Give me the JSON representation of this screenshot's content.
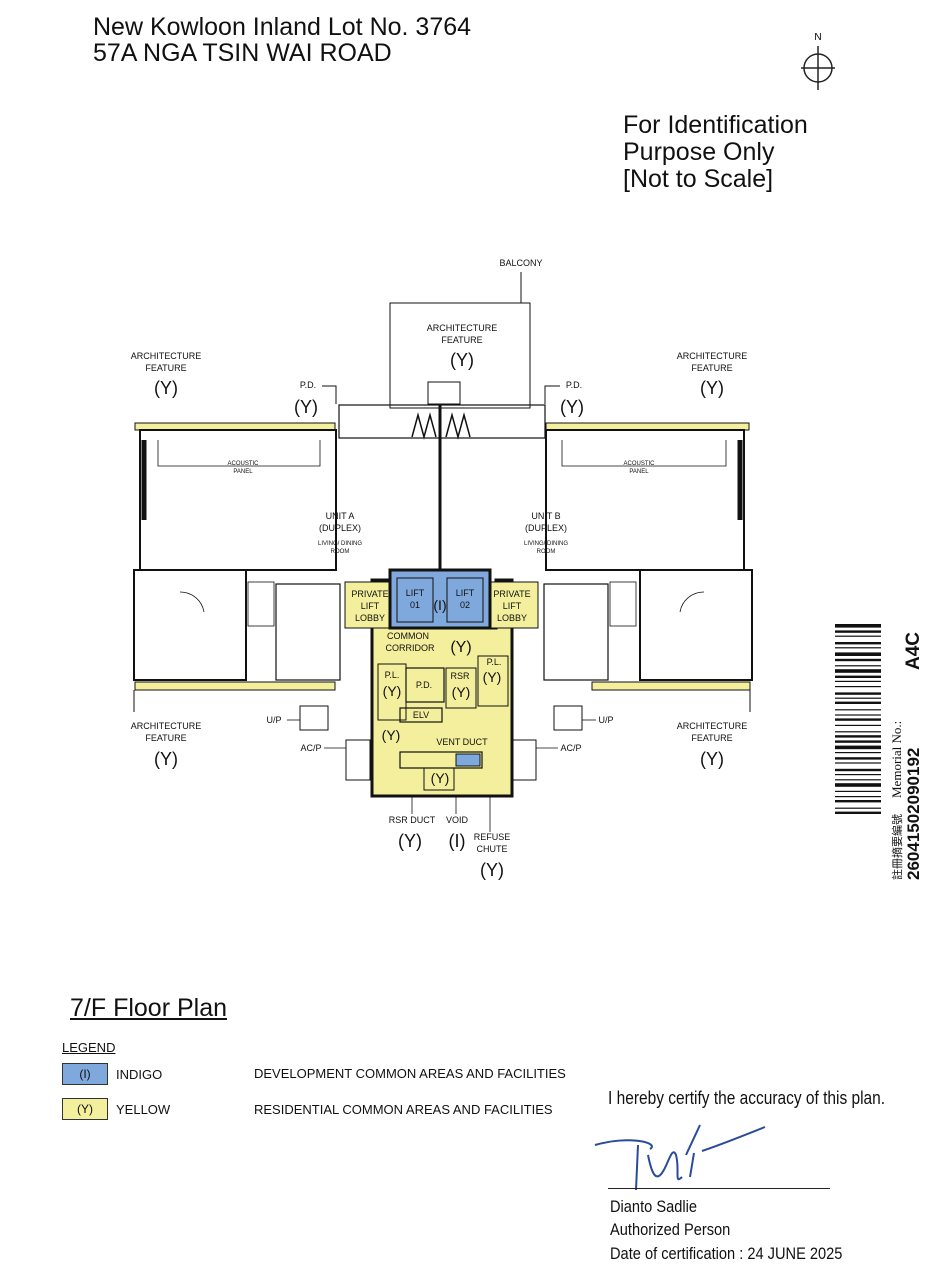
{
  "header": {
    "line1": "New Kowloon Inland Lot No. 3764",
    "line2": "57A NGA TSIN WAI ROAD"
  },
  "north": {
    "label": "N"
  },
  "identification": {
    "line1": "For Identification",
    "line2": "Purpose Only",
    "line3": "[Not to Scale]"
  },
  "plan_labels": {
    "balcony": "BALCONY",
    "arch_feature_l1": "ARCHITECTURE",
    "arch_feature_l2": "FEATURE",
    "y_mark": "(Y)",
    "i_mark": "(I)",
    "pd": "P.D.",
    "acoustic_l1": "ACOUSTIC",
    "acoustic_l2": "PANEL",
    "unit_a_l1": "UNIT A",
    "unit_a_l2": "(DUPLEX)",
    "unit_b_l1": "UNIT B",
    "unit_b_l2": "(DUPLEX)",
    "living_l1": "LIVING/ DINING",
    "living_l2": "ROOM",
    "private": "PRIVATE",
    "lift": "LIFT",
    "lobby": "LOBBY",
    "lift01_a": "LIFT",
    "lift01_b": "01",
    "lift02_a": "LIFT",
    "lift02_b": "02",
    "common": "COMMON",
    "corridor": "CORRIDOR",
    "pl": "P.L.",
    "rsr": "RSR",
    "elv": "ELV",
    "vent_duct": "VENT DUCT",
    "up": "U/P",
    "acp": "AC/P",
    "rsr_duct": "RSR DUCT",
    "void": "VOID",
    "refuse_l1": "REFUSE",
    "refuse_l2": "CHUTE"
  },
  "barcode": {
    "label_a": "Memorial No.:",
    "label_b": "註冊摘要編號",
    "number": "26041502090192",
    "code": "A4C"
  },
  "floor_title": "7/F Floor Plan",
  "legend": {
    "heading": "LEGEND",
    "items": [
      {
        "mark": "(I)",
        "name": "INDIGO",
        "description": "DEVELOPMENT COMMON AREAS AND FACILITIES",
        "color": "#7fa8dc"
      },
      {
        "mark": "(Y)",
        "name": "YELLOW",
        "description": "RESIDENTIAL COMMON AREAS AND FACILITIES",
        "color": "#f3ef9c"
      }
    ]
  },
  "certification": {
    "statement": "I hereby certify the accuracy of this plan.",
    "name": "Dianto Sadlie",
    "role": "Authorized Person",
    "date": "Date of certification : 24 JUNE 2025"
  },
  "colors": {
    "indigo": "#7fa8dc",
    "yellow": "#f3ef9c",
    "line": "#111111"
  }
}
